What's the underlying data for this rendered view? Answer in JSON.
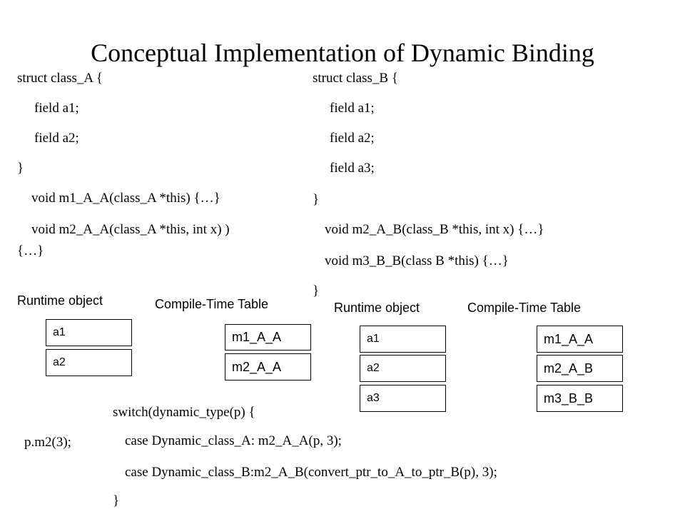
{
  "title": "Conceptual Implementation of Dynamic Binding",
  "class_a_code": [
    "struct class_A {",
    "field a1;",
    "field a2;",
    "}",
    "void m1_A_A(class_A *this) {…}",
    "void m2_A_A(class_A *this, int x) )",
    "{…}"
  ],
  "class_b_code": [
    "struct class_B   {",
    "field a1;",
    "field a2;",
    "field a3;",
    "}",
    "void m2_A_B(class_B *this, int x) {…}",
    "void m3_B_B(class B *this) {…}",
    "}"
  ],
  "left_diagram": {
    "runtime_label": "Runtime object",
    "table_label": "Compile-Time Table",
    "object_fields": [
      "a1",
      "a2"
    ],
    "table_entries": [
      "m1_A_A",
      "m2_A_A"
    ]
  },
  "right_diagram": {
    "runtime_label": "Runtime object",
    "table_label": "Compile-Time Table",
    "object_fields": [
      "a1",
      "a2",
      "a3"
    ],
    "table_entries": [
      "m1_A_A",
      "m2_A_B",
      "m3_B_B"
    ]
  },
  "call_expression": "p.m2(3);",
  "switch_code": [
    "switch(dynamic_type(p) {",
    "case Dynamic_class_A: m2_A_A(p, 3);",
    "case Dynamic_class_B:m2_A_B(convert_ptr_to_A_to_ptr_B(p), 3);",
    "}"
  ]
}
